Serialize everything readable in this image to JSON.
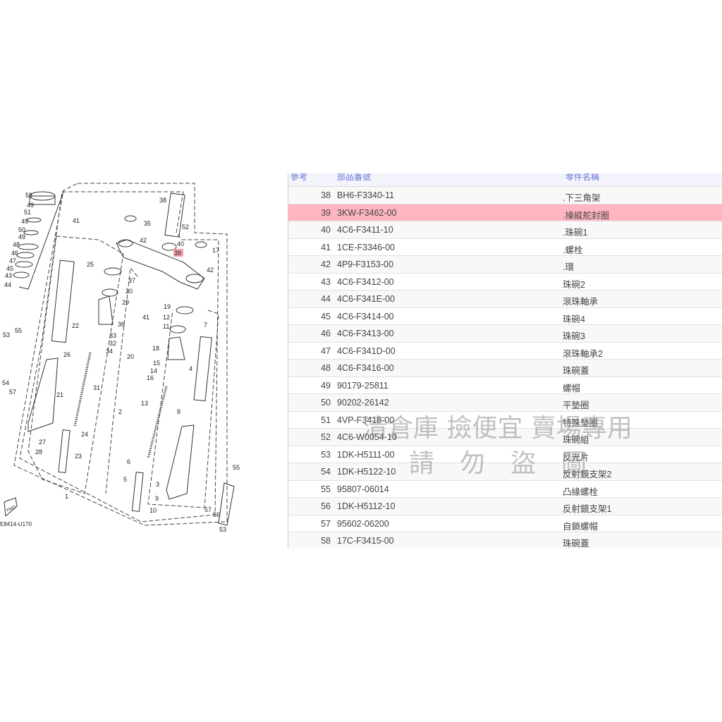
{
  "diagram": {
    "code": "E8414-U170",
    "fwd_label": "FWD",
    "highlight_color": "#f4a0a8",
    "callouts": [
      "58",
      "49",
      "51",
      "49",
      "50",
      "49",
      "48",
      "46",
      "47",
      "45",
      "43",
      "44",
      "38",
      "41",
      "35",
      "52",
      "42",
      "40",
      "39",
      "17",
      "42",
      "25",
      "37",
      "30",
      "29",
      "22",
      "36",
      "41",
      "19",
      "12",
      "11",
      "7",
      "33",
      "32",
      "34",
      "53",
      "55",
      "26",
      "20",
      "18",
      "15",
      "14",
      "16",
      "4",
      "31",
      "21",
      "54",
      "57",
      "13",
      "2",
      "8",
      "24",
      "27",
      "28",
      "23",
      "6",
      "55",
      "5",
      "3",
      "57",
      "56",
      "9",
      "10",
      "1",
      "53"
    ],
    "highlighted_callout": "39"
  },
  "table": {
    "headers": {
      "ref": "參考",
      "part": "部品番號",
      "name": "零件名稱"
    },
    "highlight_color": "#ffb6c1",
    "rows": [
      {
        "ref": "38",
        "part": "BH6-F3340-11",
        "name": ".下三角架"
      },
      {
        "ref": "39",
        "part": "3KW-F3462-00",
        "name": ".操縱舵封圈",
        "highlighted": true
      },
      {
        "ref": "40",
        "part": "4C6-F3411-10",
        "name": ".珠碗1"
      },
      {
        "ref": "41",
        "part": "1CE-F3346-00",
        "name": ".螺栓"
      },
      {
        "ref": "42",
        "part": "4P9-F3153-00",
        "name": ".環"
      },
      {
        "ref": "43",
        "part": "4C6-F3412-00",
        "name": "珠碗2"
      },
      {
        "ref": "44",
        "part": "4C6-F341E-00",
        "name": "滾珠軸承"
      },
      {
        "ref": "45",
        "part": "4C6-F3414-00",
        "name": "珠碗4"
      },
      {
        "ref": "46",
        "part": "4C6-F3413-00",
        "name": "珠碗3"
      },
      {
        "ref": "47",
        "part": "4C6-F341D-00",
        "name": "滾珠軸承2"
      },
      {
        "ref": "48",
        "part": "4C6-F3416-00",
        "name": "珠碗蓋"
      },
      {
        "ref": "49",
        "part": "90179-25811",
        "name": "螺帽"
      },
      {
        "ref": "50",
        "part": "90202-26142",
        "name": "平墊圈"
      },
      {
        "ref": "51",
        "part": "4VP-F3418-00",
        "name": "特殊墊圈"
      },
      {
        "ref": "52",
        "part": "4C6-W0054-10",
        "name": "珠碗組"
      },
      {
        "ref": "53",
        "part": "1DK-H5111-00",
        "name": "反光片"
      },
      {
        "ref": "54",
        "part": "1DK-H5122-10",
        "name": "反射鏡支架2"
      },
      {
        "ref": "55",
        "part": "95807-06014",
        "name": "凸緣螺栓"
      },
      {
        "ref": "56",
        "part": "1DK-H5112-10",
        "name": "反射鏡支架1"
      },
      {
        "ref": "57",
        "part": "95602-06200",
        "name": "自鎖螺帽"
      },
      {
        "ref": "58",
        "part": "17C-F3415-00",
        "name": "珠碗蓋"
      }
    ]
  },
  "watermark": {
    "line1": "清倉庫 撿便宜 賣場專用",
    "line2": "請　勿　盜　圖"
  }
}
